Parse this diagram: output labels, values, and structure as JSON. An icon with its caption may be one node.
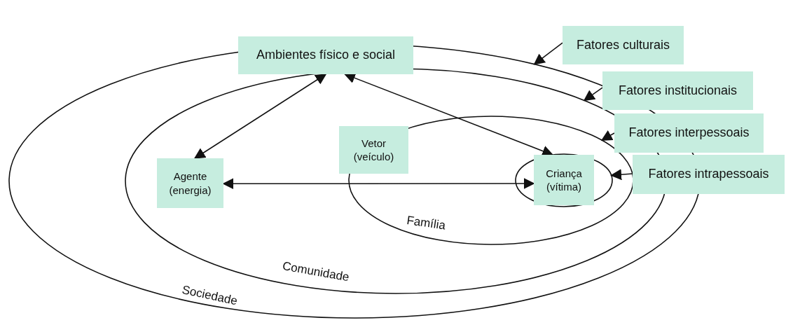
{
  "diagram": {
    "nodes": [
      {
        "text": [
          "Sociedade"
        ]
      },
      {
        "text": [
          "Comunidade"
        ],
        "in": 0
      },
      {
        "text": [
          "Família"
        ],
        "in": 1
      },
      {
        "text": [],
        "shape": "circle",
        "in": 2
      },
      {
        "text": [
          "Criança (vítima)"
        ],
        "in": 3
      },
      {
        "text": [
          "Ambientes físico e social"
        ]
      },
      {
        "text": [
          "Agente (energia)"
        ],
        "in": 1
      },
      {
        "text": [
          "Vetor (veículo)"
        ],
        "in": 1
      },
      {
        "text": [
          "Fatores culturais"
        ]
      },
      {
        "text": [
          "Fatores institucionais"
        ]
      },
      {
        "text": [
          "Fatores interpessoais"
        ]
      },
      {
        "text": [
          "Fatores intrapessoais"
        ]
      }
    ],
    "edges": [
      {
        "from": 5,
        "to": 6,
        "arrow": "both"
      },
      {
        "from": 5,
        "to": 4,
        "arrow": "both"
      },
      {
        "from": 6,
        "to": 4,
        "arrow": "both"
      },
      {
        "from": 8,
        "to": 0,
        "arrow": "to"
      },
      {
        "from": 9,
        "to": 1,
        "arrow": "to"
      },
      {
        "from": 10,
        "to": 2,
        "arrow": "to"
      },
      {
        "from": 11,
        "to": 3,
        "arrow": "to"
      }
    ]
  }
}
